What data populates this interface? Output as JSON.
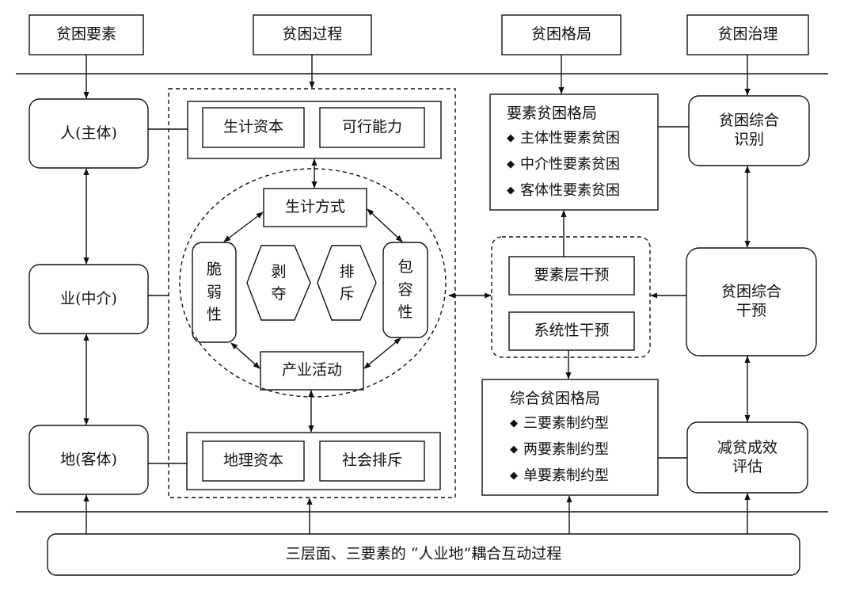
{
  "headers": {
    "elements": "贫困要素",
    "process": "贫困过程",
    "pattern": "贫困格局",
    "governance": "贫困治理"
  },
  "left": {
    "people": "人(主体)",
    "industry": "业(中介)",
    "land": "地(客体)"
  },
  "middle": {
    "livelihood_capital": "生计资本",
    "feasible_capability": "可行能力",
    "livelihood_mode": "生计方式",
    "vulnerability": "脆弱性",
    "deprivation": "剥夺",
    "exclusion": "排斥",
    "inclusiveness": "包容性",
    "industrial_activity": "产业活动",
    "geographic_capital": "地理资本",
    "social_exclusion": "社会排斥"
  },
  "right": {
    "element_pattern": {
      "title": "要素贫困格局",
      "items": [
        "主体性要素贫困",
        "中介性要素贫困",
        "客体性要素贫困"
      ]
    },
    "element_intervention": "要素层干预",
    "systemic_intervention": "系统性干预",
    "composite_pattern": {
      "title": "综合贫困格局",
      "items": [
        "三要素制约型",
        "两要素制约型",
        "单要素制约型"
      ]
    },
    "comprehensive_identification": "贫困综合识别",
    "comprehensive_intervention": "贫困综合干预",
    "effect_evaluation": "减贫成效评估"
  },
  "bottom": "三层面、三要素的 “人业地”耦合互动过程"
}
